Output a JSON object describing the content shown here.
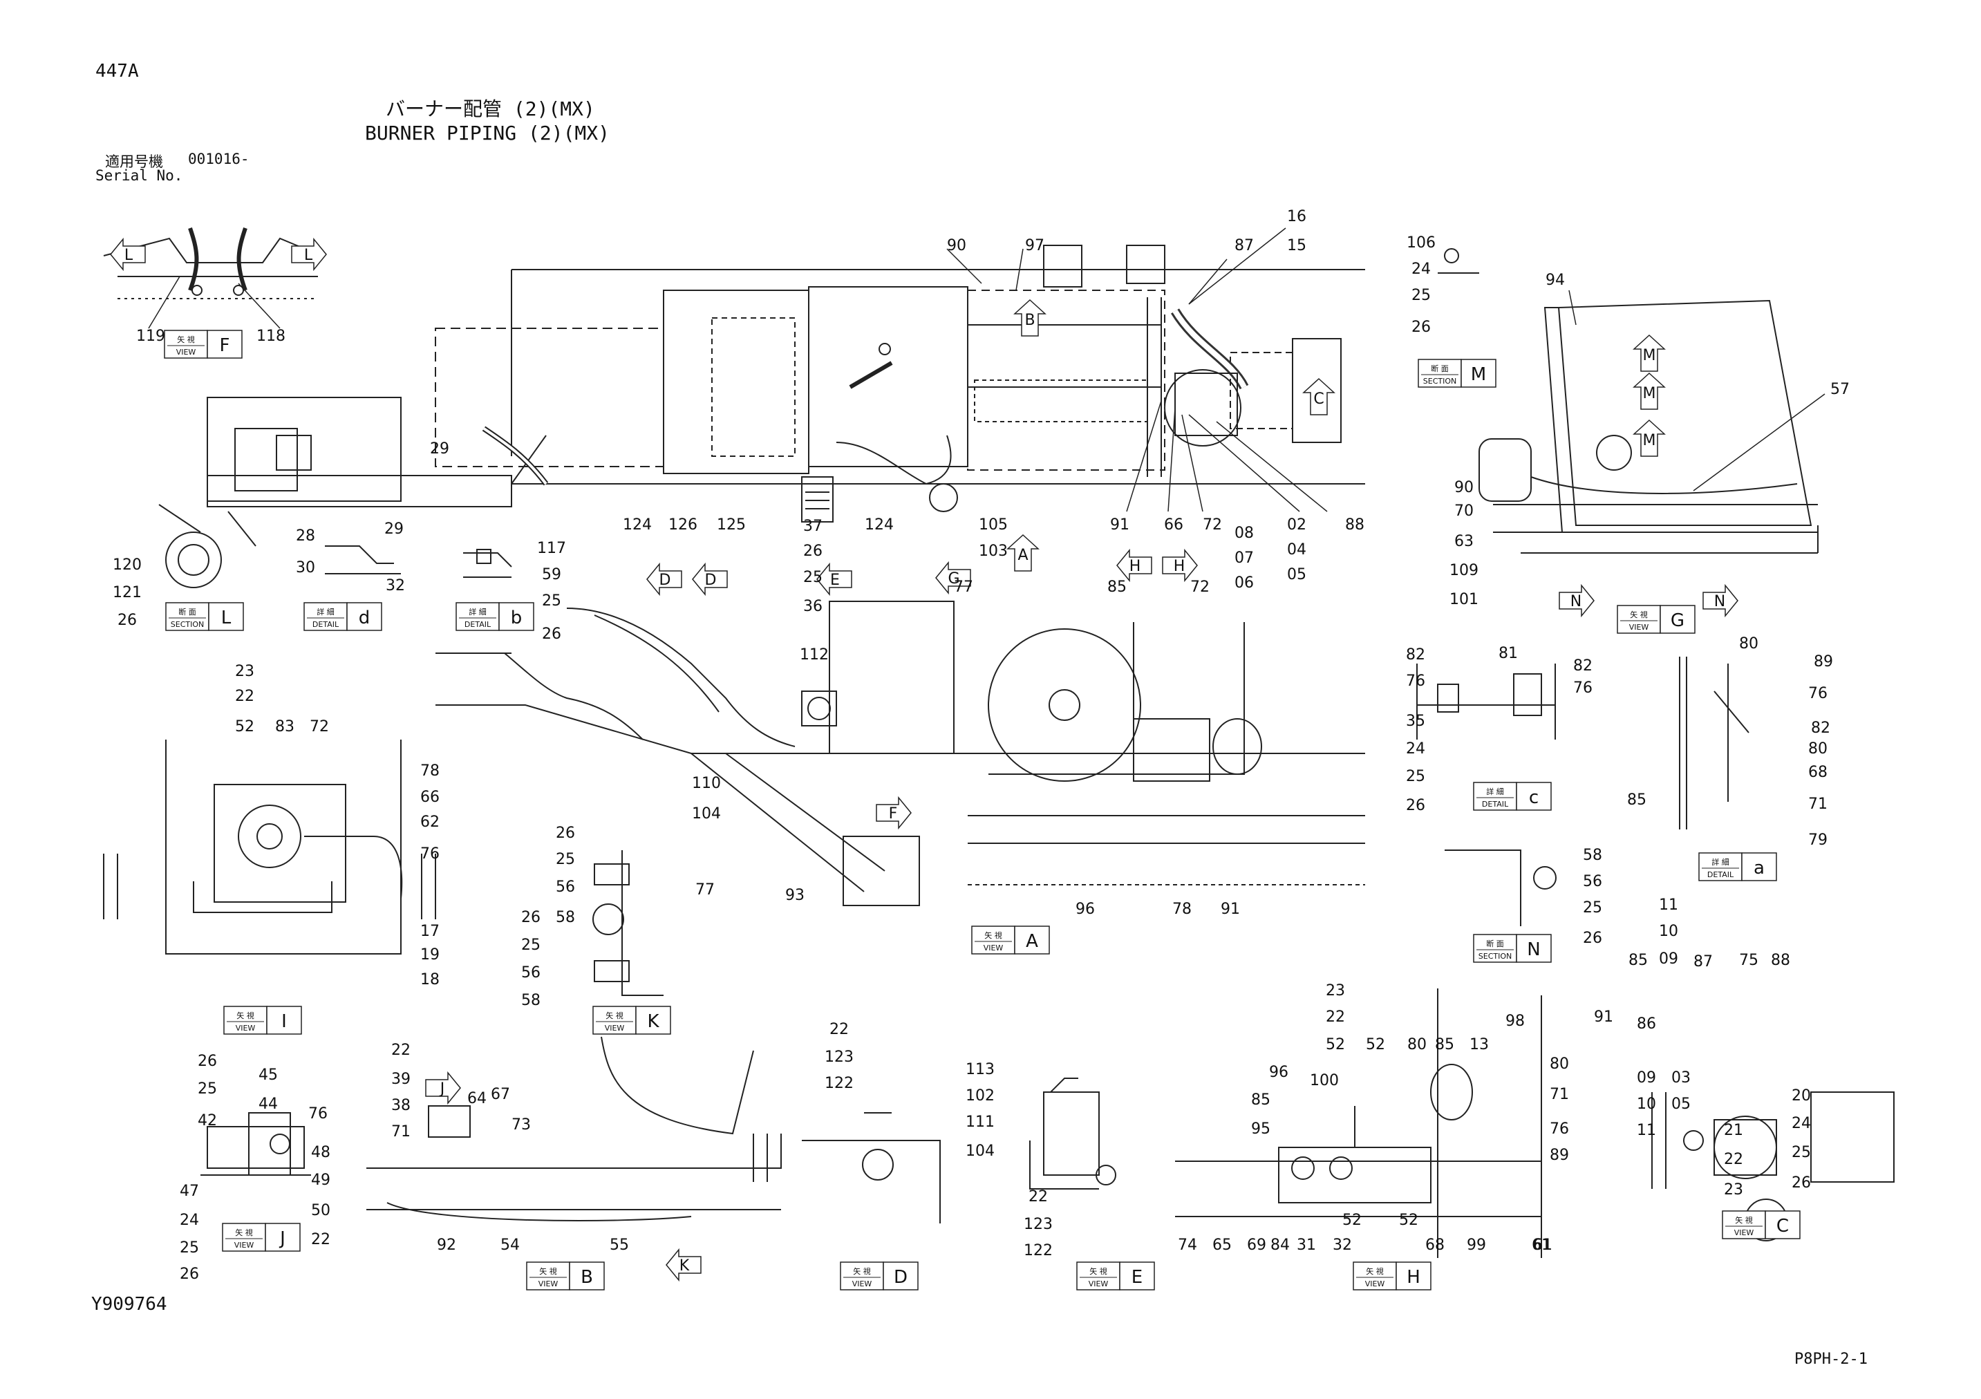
{
  "header": {
    "page_code": "447A",
    "title_jp": "バーナー配管 (2)(MX)",
    "title_en": "BURNER PIPING (2)(MX)",
    "serial_label_jp": "適用号機",
    "serial_value": "001016-",
    "serial_label_en": "Serial No."
  },
  "footer": {
    "drawing_no": "Y909764",
    "page_ref": "P8PH-2-1"
  },
  "views": [
    {
      "key": "F",
      "kind": "view"
    },
    {
      "key": "L",
      "kind": "section"
    },
    {
      "key": "d",
      "kind": "detail"
    },
    {
      "key": "b",
      "kind": "detail"
    },
    {
      "key": "M",
      "kind": "section"
    },
    {
      "key": "G",
      "kind": "view"
    },
    {
      "key": "c",
      "kind": "detail"
    },
    {
      "key": "a",
      "kind": "detail"
    },
    {
      "key": "N",
      "kind": "section"
    },
    {
      "key": "I",
      "kind": "view"
    },
    {
      "key": "K",
      "kind": "view"
    },
    {
      "key": "A",
      "kind": "view"
    },
    {
      "key": "J",
      "kind": "view"
    },
    {
      "key": "B",
      "kind": "view"
    },
    {
      "key": "D",
      "kind": "view"
    },
    {
      "key": "E",
      "kind": "view"
    },
    {
      "key": "H",
      "kind": "view"
    },
    {
      "key": "C",
      "kind": "view"
    }
  ],
  "view_kinds": {
    "view": {
      "jp": "矢 視",
      "en": "VIEW"
    },
    "section": {
      "jp": "断 面",
      "en": "SECTION"
    },
    "detail": {
      "jp": "詳 細",
      "en": "DETAIL"
    }
  },
  "arrows": [
    "L",
    "L",
    "B",
    "C",
    "D",
    "D",
    "E",
    "G",
    "A",
    "H",
    "H",
    "F",
    "M",
    "M",
    "M",
    "N",
    "N",
    "J",
    "K"
  ],
  "callouts": [
    "119",
    "118",
    "90",
    "97",
    "16",
    "15",
    "87",
    "29",
    "124",
    "126",
    "125",
    "124",
    "105",
    "103",
    "91",
    "66",
    "72",
    "02",
    "04",
    "05",
    "08",
    "07",
    "06",
    "88",
    "106",
    "24",
    "25",
    "26",
    "94",
    "57",
    "90",
    "70",
    "63",
    "109",
    "101",
    "120",
    "121",
    "26",
    "28",
    "30",
    "29",
    "32",
    "117",
    "59",
    "25",
    "26",
    "37",
    "26",
    "25",
    "36",
    "77",
    "85",
    "72",
    "112",
    "110",
    "104",
    "77",
    "93",
    "96",
    "78",
    "91",
    "82",
    "76",
    "81",
    "82",
    "76",
    "35",
    "24",
    "25",
    "26",
    "80",
    "89",
    "76",
    "82",
    "80",
    "68",
    "71",
    "79",
    "85",
    "23",
    "22",
    "52",
    "83",
    "72",
    "78",
    "66",
    "62",
    "76",
    "17",
    "19",
    "18",
    "26",
    "25",
    "56",
    "58",
    "26",
    "25",
    "56",
    "58",
    "58",
    "56",
    "25",
    "26",
    "11",
    "10",
    "09",
    "85",
    "87",
    "75",
    "88",
    "91",
    "86",
    "09",
    "03",
    "05",
    "10",
    "11",
    "20",
    "24",
    "25",
    "26",
    "21",
    "22",
    "23",
    "26",
    "25",
    "42",
    "45",
    "44",
    "76",
    "48",
    "49",
    "50",
    "22",
    "47",
    "24",
    "25",
    "26",
    "22",
    "39",
    "38",
    "71",
    "64",
    "67",
    "73",
    "92",
    "54",
    "55",
    "22",
    "123",
    "122",
    "113",
    "102",
    "111",
    "104",
    "22",
    "123",
    "122",
    "23",
    "22",
    "52",
    "52",
    "80",
    "85",
    "13",
    "98",
    "96",
    "85",
    "95",
    "100",
    "80",
    "71",
    "76",
    "89",
    "74",
    "65",
    "69",
    "84",
    "31",
    "32",
    "52",
    "52",
    "68",
    "99",
    "61",
    "61"
  ]
}
